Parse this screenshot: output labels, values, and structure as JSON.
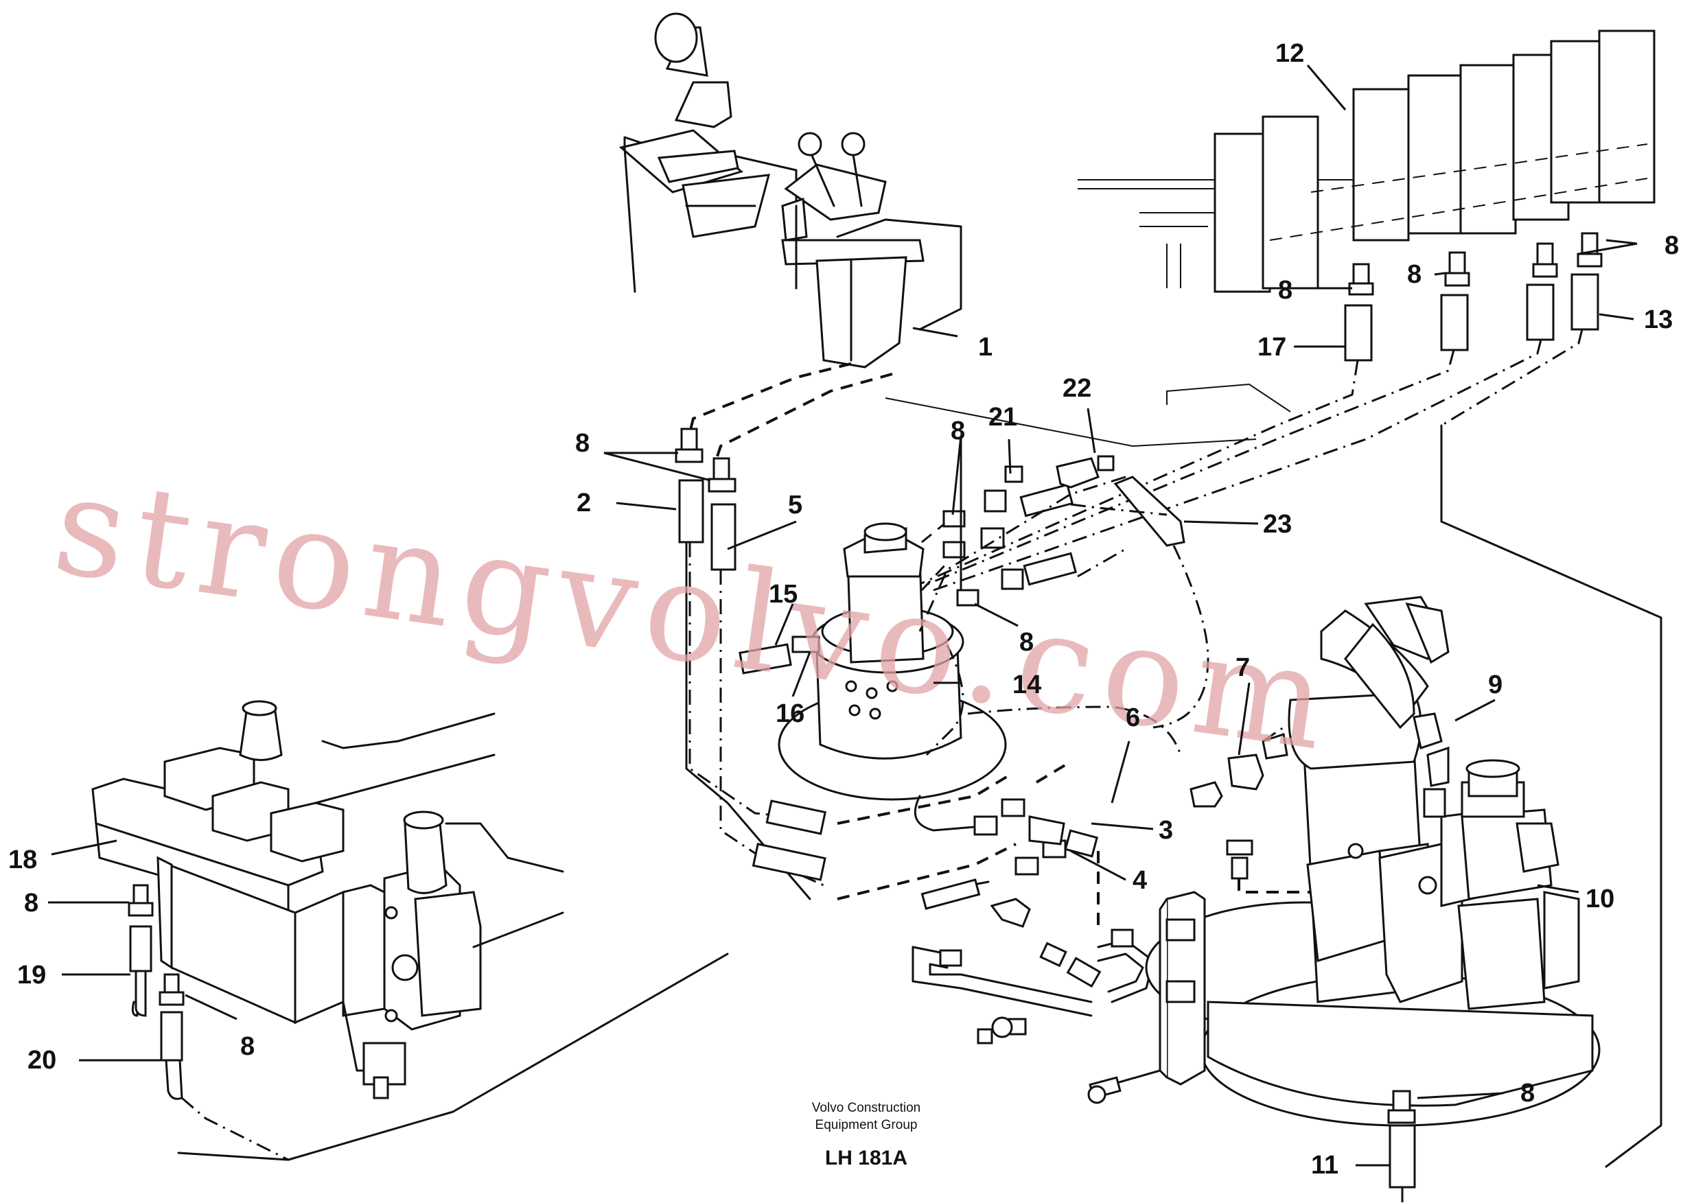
{
  "watermark": "strongvolvo.com",
  "caption": {
    "line1": "Volvo Construction",
    "line2": "Equipment Group",
    "code": "LH 181A"
  },
  "callouts": [
    {
      "id": "c12",
      "text": "12"
    },
    {
      "id": "c8a",
      "text": "8"
    },
    {
      "id": "c8b",
      "text": "8"
    },
    {
      "id": "c8c",
      "text": "8"
    },
    {
      "id": "c13",
      "text": "13"
    },
    {
      "id": "c17",
      "text": "17"
    },
    {
      "id": "c1",
      "text": "1"
    },
    {
      "id": "c8d",
      "text": "8"
    },
    {
      "id": "c2",
      "text": "2"
    },
    {
      "id": "c5",
      "text": "5"
    },
    {
      "id": "c22",
      "text": "22"
    },
    {
      "id": "c21",
      "text": "21"
    },
    {
      "id": "c8e",
      "text": "8"
    },
    {
      "id": "c23",
      "text": "23"
    },
    {
      "id": "c15",
      "text": "15"
    },
    {
      "id": "c8f",
      "text": "8"
    },
    {
      "id": "c14",
      "text": "14"
    },
    {
      "id": "c16",
      "text": "16"
    },
    {
      "id": "c7",
      "text": "7"
    },
    {
      "id": "c9",
      "text": "9"
    },
    {
      "id": "c6",
      "text": "6"
    },
    {
      "id": "c3",
      "text": "3"
    },
    {
      "id": "c4",
      "text": "4"
    },
    {
      "id": "c10",
      "text": "10"
    },
    {
      "id": "c18",
      "text": "18"
    },
    {
      "id": "c8g",
      "text": "8"
    },
    {
      "id": "c19",
      "text": "19"
    },
    {
      "id": "c20",
      "text": "20"
    },
    {
      "id": "c8h",
      "text": "8"
    },
    {
      "id": "c8i",
      "text": "8"
    },
    {
      "id": "c11",
      "text": "11"
    }
  ]
}
